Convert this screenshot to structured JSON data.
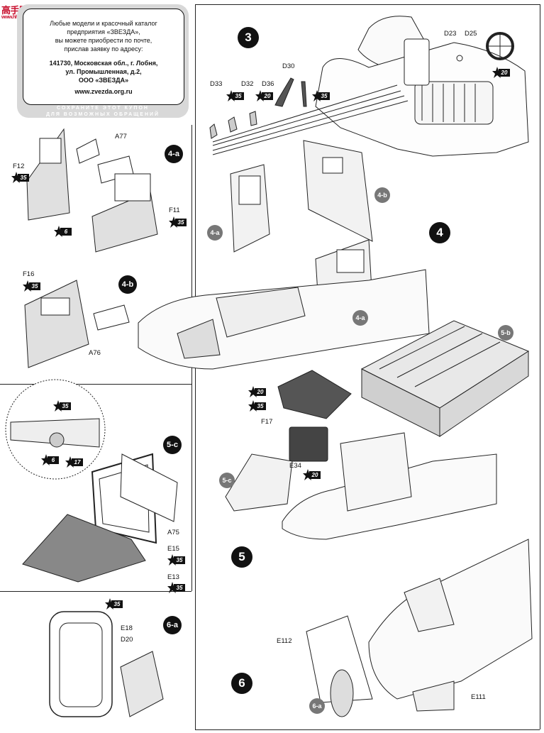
{
  "watermark": {
    "brand": "高手网",
    "site": "www.hhshou.com"
  },
  "coupon": {
    "lines": [
      "Любые модели и красочный каталог",
      "предприятия «ЗВЕЗДА»,",
      "вы можете приобрести по почте,",
      "прислав заявку по адресу:"
    ],
    "address": [
      "141730, Московская обл., г. Лобня,",
      "ул. Промышленная, д.2,",
      "ООО «ЗВЕЗДА»"
    ],
    "website": "www.zvezda.org.ru",
    "footer": [
      "СОХРАНИТЕ ЭТОТ КУПОН",
      "ДЛЯ ВОЗМОЖНЫХ ОБРАЩЕНИЙ"
    ]
  },
  "steps": {
    "s3": "3",
    "s4": "4",
    "s5": "5",
    "s6": "6",
    "s4a": "4-a",
    "s4b": "4-b",
    "s5c": "5-c",
    "s6a": "6-a",
    "s5b": "5-b"
  },
  "parts": {
    "D23": "D23",
    "D25": "D25",
    "D30": "D30",
    "D33": "D33",
    "D32": "D32",
    "D36": "D36",
    "A77": "A77",
    "F12": "F12",
    "F11": "F11",
    "F16": "F16",
    "A76": "A76",
    "F17": "F17",
    "E34": "E34",
    "A75": "A75",
    "E15": "E15",
    "E13": "E13",
    "E18": "E18",
    "D20": "D20",
    "E112": "E112",
    "E111": "E111"
  },
  "paint": {
    "c20": "20",
    "c35": "35",
    "c6": "6",
    "c17": "17"
  }
}
